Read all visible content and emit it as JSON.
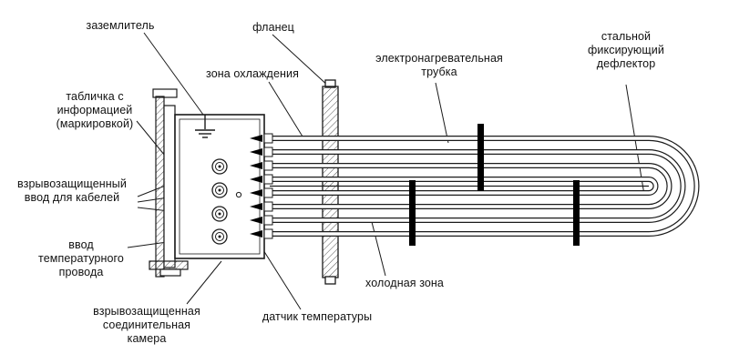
{
  "diagram": {
    "type": "technical-diagram",
    "subject": "explosion-proof flange electric heater",
    "labels": {
      "grounding": "заземлитель",
      "flange": "фланец",
      "cooling_zone": "зона охлаждения",
      "heating_tube": "электронагревательная\nтрубка",
      "deflector": "стальной\nфиксирующий\nдефлектор",
      "info_plate": "табличка с\nинформацией\n(маркировкой)",
      "cable_entry": "взрывозащищенный\nввод для кабелей",
      "temp_wire_entry": "ввод\nтемпературного\nпровода",
      "junction_chamber": "взрывозащищенная\nсоединительная\nкамера",
      "temp_sensor": "датчик температуры",
      "cold_zone": "холодная зона"
    },
    "colors": {
      "line": "#1a1a1a",
      "background": "#ffffff",
      "deflector_fill": "#000000"
    }
  }
}
